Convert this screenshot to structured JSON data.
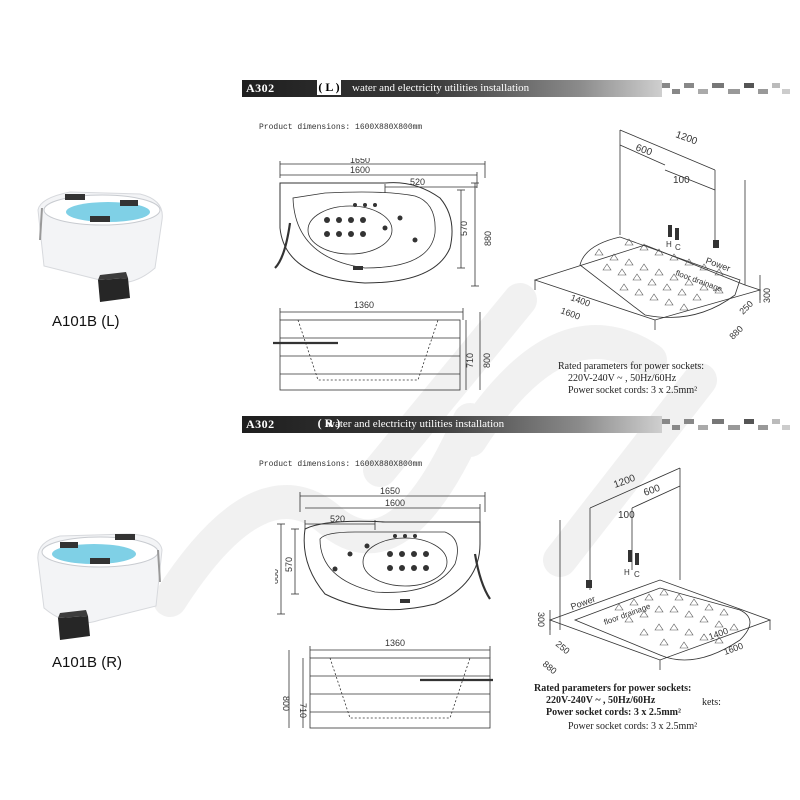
{
  "sections": [
    {
      "code": "A302",
      "side": "L",
      "title": "water and electricity utilities installation",
      "dimensions_label": "Product dimensions: 1600X880X800mm",
      "model": "A101B (L)",
      "plan": {
        "overall": "1650",
        "inner": "1600",
        "seat": "520",
        "depth_a": "570",
        "depth_b": "880"
      },
      "elevation": {
        "width": "1360",
        "h1": "710",
        "h2": "800"
      },
      "iso": {
        "top": "1200",
        "mid": "600",
        "pipe": "100",
        "h": "H",
        "c": "C",
        "power": "Power",
        "floor": "floor drainage",
        "len_a": "1400",
        "len_b": "1600",
        "w1": "250",
        "w2": "880",
        "h300": "300"
      },
      "rated": [
        "Rated parameters for power sockets:",
        "220V-240V ~ , 50Hz/60Hz",
        "Power socket cords: 3 x 2.5mm²"
      ]
    },
    {
      "code": "A302",
      "side": "R",
      "title": "water and electricity utilities installation",
      "dimensions_label": "Product dimensions: 1600X880X800mm",
      "model": "A101B (R)",
      "plan": {
        "overall": "1650",
        "inner": "1600",
        "seat": "520",
        "depth_a": "570",
        "depth_b": "880"
      },
      "elevation": {
        "width": "1360",
        "h1": "710",
        "h2": "800"
      },
      "iso": {
        "top": "1200",
        "mid": "600",
        "pipe": "100",
        "h": "H",
        "c": "C",
        "power": "Power",
        "floor": "floor drainage",
        "len_a": "1400",
        "len_b": "1600",
        "w1": "250",
        "w2": "880",
        "h300": "300"
      },
      "rated": [
        "Rated parameters for power sockets:",
        "220V-240V ~ , 50Hz/60Hz",
        "Power socket cords: 3 x 2.5mm²"
      ],
      "rated_overlap": [
        "kets:",
        "Power socket cords: 3 x 2.5mm²"
      ]
    }
  ]
}
